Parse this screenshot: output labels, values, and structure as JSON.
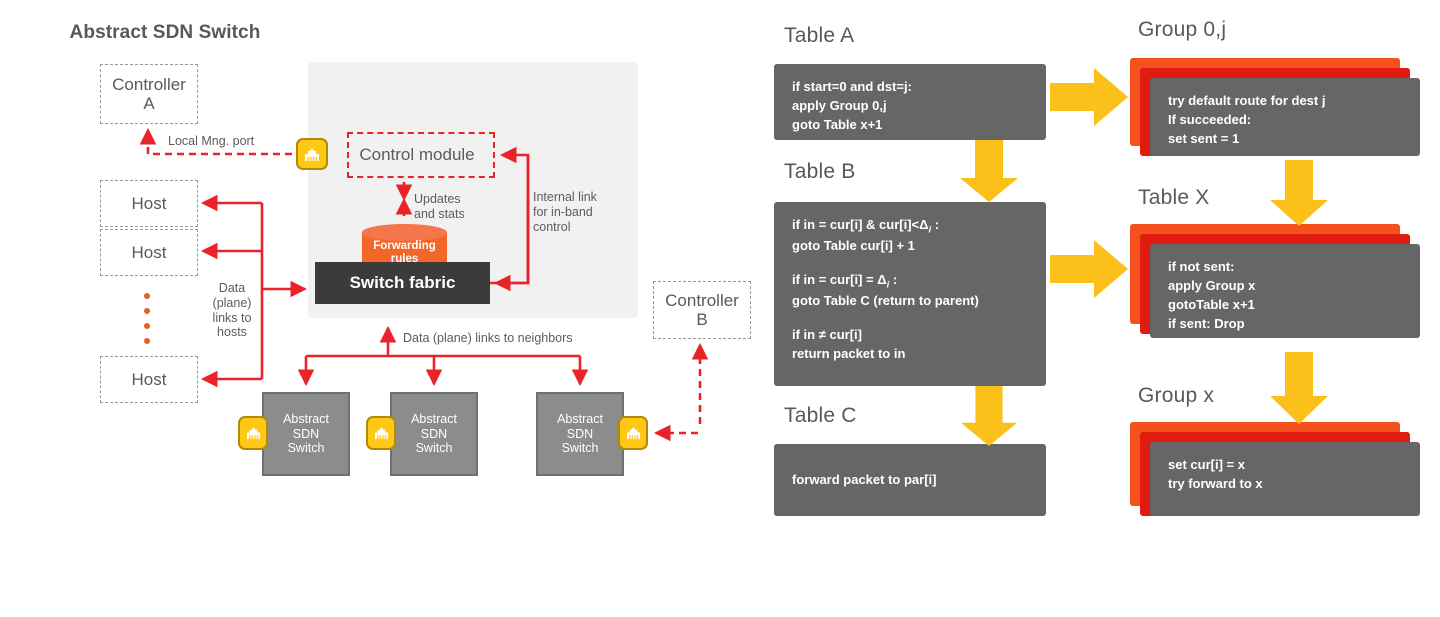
{
  "colors": {
    "red_link": "#E8232A",
    "yellow_arrow": "#FBC11A",
    "port_yellow": "#FFC815",
    "orange": "#F4511E",
    "red_card": "#E01B10",
    "gray_card": "#666666",
    "panel_gray": "#F1F1F1",
    "switch_fabric": "#3B3B3B",
    "neighbor_gray": "#8C8C8C",
    "text_gray": "#595959",
    "forwarding_orange": "#F2662A"
  },
  "left": {
    "panel_title": "Abstract SDN Switch",
    "controller_a": "Controller\nA",
    "controller_b": "Controller\nB",
    "hosts": [
      "Host",
      "Host",
      "Host"
    ],
    "control_module": "Control module",
    "switch_fabric": "Switch fabric",
    "forwarding_rules": "Forwarding\nrules",
    "labels": {
      "local_mng_port": "Local Mng. port",
      "updates_and_stats": "Updates\nand stats",
      "internal_link": "Internal link\nfor in-band\ncontrol",
      "data_links_hosts": "Data\n(plane)\nlinks to\nhosts",
      "data_links_neighbors": "Data (plane) links to neighbors"
    },
    "neighbor_switches": [
      "Abstract\nSDN\nSwitch",
      "Abstract\nSDN\nSwitch",
      "Abstract\nSDN\nSwitch"
    ],
    "port_icon_name": "ethernet-port-icon"
  },
  "right": {
    "tables": [
      {
        "title": "Table A",
        "body": "if start=0 and dst=j:\napply Group 0,j\ngoto Table x+1"
      },
      {
        "title": "Table B",
        "body_lines": [
          "if in = cur[i] & cur[i]<Δi :",
          "   goto Table cur[i] + 1",
          "",
          "if in = cur[i] = Δi :",
          "   goto Table C (return to parent)",
          "",
          "if in ≠ cur[i]",
          "   return packet to in"
        ]
      },
      {
        "title": "Table C",
        "body": "forward packet to par[i]"
      }
    ],
    "groups": [
      {
        "title": "Group 0,j",
        "body": "try default route for dest j\nIf succeeded:\n     set sent = 1"
      },
      {
        "title": "Table X",
        "body": "if not sent:\n     apply Group x\n     gotoTable x+1\nif sent: Drop"
      },
      {
        "title": "Group x",
        "body": "set cur[i] = x\ntry forward to x"
      }
    ]
  }
}
